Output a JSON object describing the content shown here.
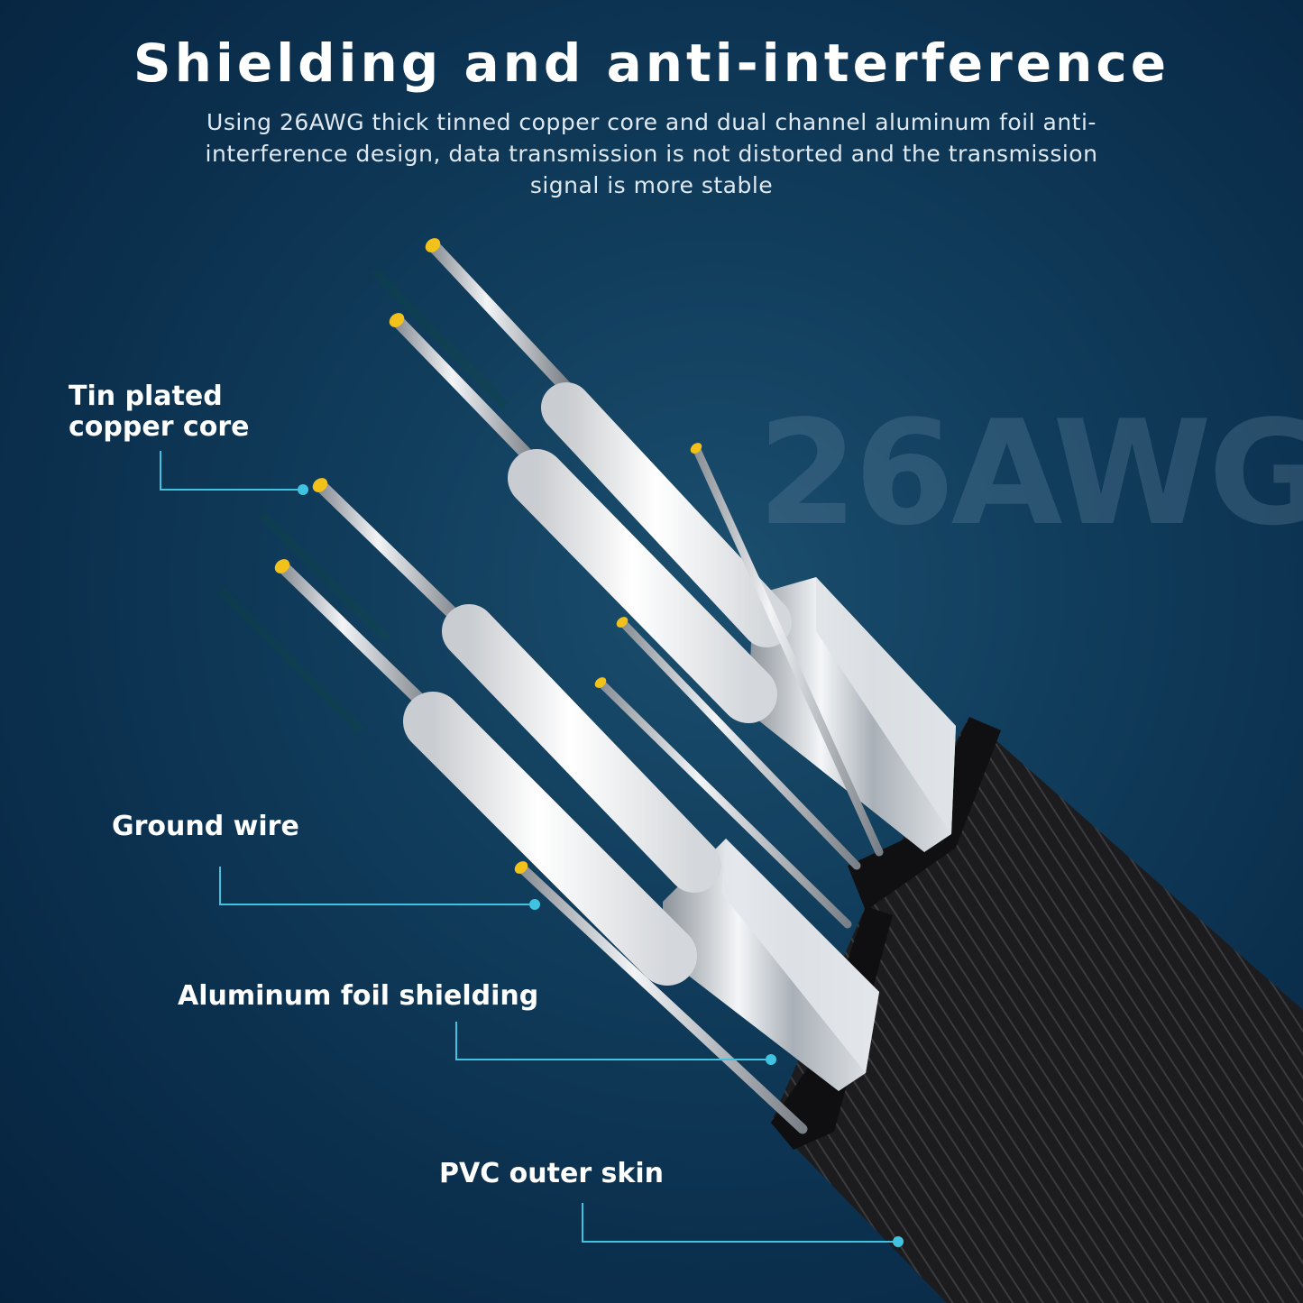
{
  "header": {
    "title": "Shielding and anti-interference",
    "subtitle": "Using 26AWG thick tinned copper core and dual channel aluminum foil anti-interference design, data transmission is not distorted and the transmission signal is more stable"
  },
  "watermark": "26AWG",
  "callouts": [
    {
      "id": "copper",
      "lines": [
        "Tin plated",
        "copper core"
      ]
    },
    {
      "id": "ground",
      "label": "Ground wire"
    },
    {
      "id": "foil",
      "label": "Aluminum foil shielding"
    },
    {
      "id": "pvc",
      "label": "PVC outer skin"
    }
  ],
  "colors": {
    "background": "#0c3352",
    "leader_line": "#3fc3e0",
    "wire_tip": "#f2c21a",
    "jacket": "#1b1b1d"
  }
}
